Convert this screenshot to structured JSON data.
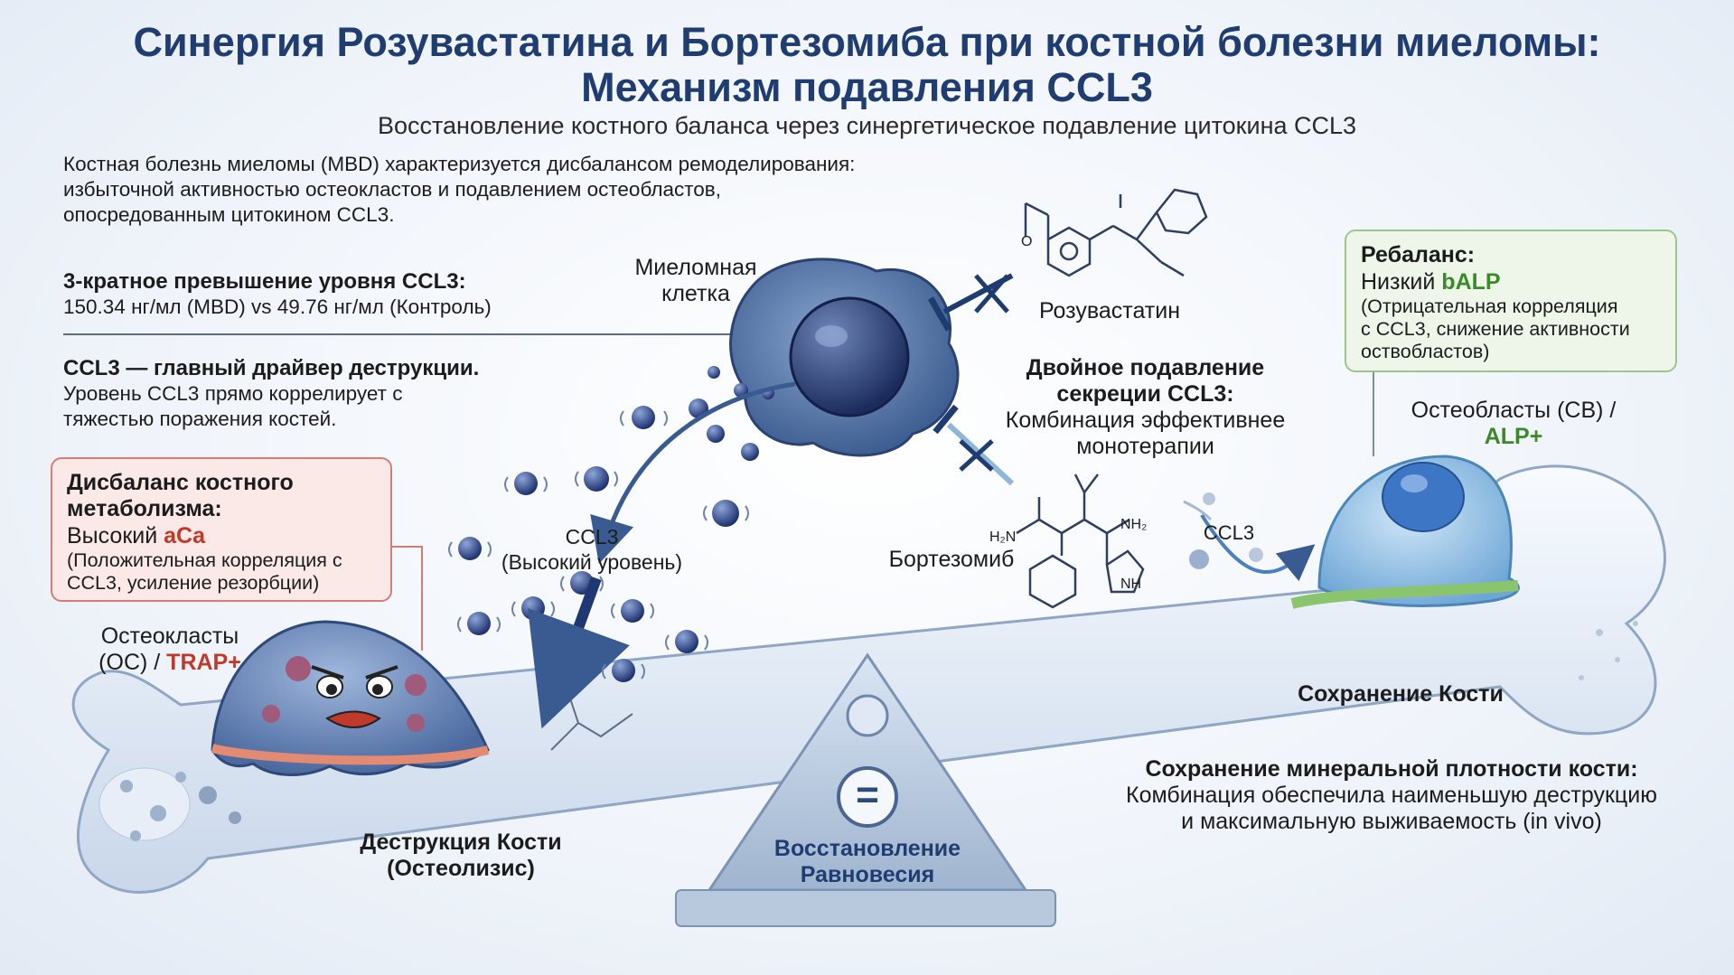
{
  "title_line1": "Синергия Розувастатина и Бортезомиба при костной болезни миеломы:",
  "title_line2": "Механизм подавления CCL3",
  "subtitle": "Восстановление костного баланса через синергетическое подавление цитокина CCL3",
  "intro": {
    "line1": "Костная болезнь миеломы (MBD) характеризуется дисбалансом ремоделирования:",
    "line2": "избыточной активностью остеокластов и подавлением остеобластов,",
    "line3": "опосредованным цитокином CCL3."
  },
  "fact1": {
    "heading": "3-кратное превышение уровня CCL3:",
    "text": "150.34 нг/мл (MBD) vs 49.76 нг/мл (Контроль)"
  },
  "fact2": {
    "heading": "CCL3 — главный драйвер деструкции.",
    "line1": "Уровень CCL3 прямо коррелирует с",
    "line2": "тяжестью поражения костей."
  },
  "imbalance_box": {
    "heading_line1": "Дисбаланс костного",
    "heading_line2": "метаболизма:",
    "value_prefix": "Высокий ",
    "value_marker": "aCa",
    "note_line1": "(Положительная корреляция с",
    "note_line2": "CCL3, усиление резорбции)"
  },
  "rebalance_box": {
    "heading": "Ребаланс:",
    "value_prefix": "Низкий ",
    "value_marker": "bALP",
    "note_line1": "(Отрицательная корреляция",
    "note_line2": "с CCL3, снижение активности",
    "note_line3": "оствобластов)"
  },
  "labels": {
    "myeloma_cell_line1": "Миеломная",
    "myeloma_cell_line2": "клетка",
    "rosuvastatin": "Розувастатин",
    "dual_heading_line1": "Двойное подавление",
    "dual_heading_line2": "секреции CCL3:",
    "dual_text_line1": "Комбинация эффективнее",
    "dual_text_line2": "монотерапии",
    "ccl3_high_line1": "CCL3",
    "ccl3_high_line2": "(Высокий уровень)",
    "bortezomib": "Бортезомиб",
    "ccl3_low": "CCL3",
    "osteoclasts_line1": "Остеокласты",
    "osteoclasts_prefix": "(OC) / ",
    "osteoclasts_marker": "TRAP+",
    "osteoblasts_line1": "Остеобласты (CB) /",
    "osteoblasts_marker": "ALP+",
    "bone_preservation": "Сохранение Кости",
    "bone_destruction_line1": "Деструкция Кости",
    "bone_destruction_line2": "(Остеолизис)",
    "equilibrium_line1": "Восстановление",
    "equilibrium_line2": "Равновесия",
    "equals_sign": "=",
    "mineral_heading": "Сохранение минеральной плотности кости:",
    "mineral_line1": "Комбинация обеспечила наименьшую деструкцию",
    "mineral_line2": "и максимальную выживаемость (in vivo)"
  },
  "chem": {
    "h2n": "H₂N",
    "nh2": "NH₂",
    "nh": "NH",
    "o": "O"
  },
  "colors": {
    "title": "#1f3d70",
    "accent_red": "#c0392b",
    "accent_green": "#3a8a2a",
    "cell_blue": "#4f6f9e",
    "particle": "#2a3f78"
  }
}
